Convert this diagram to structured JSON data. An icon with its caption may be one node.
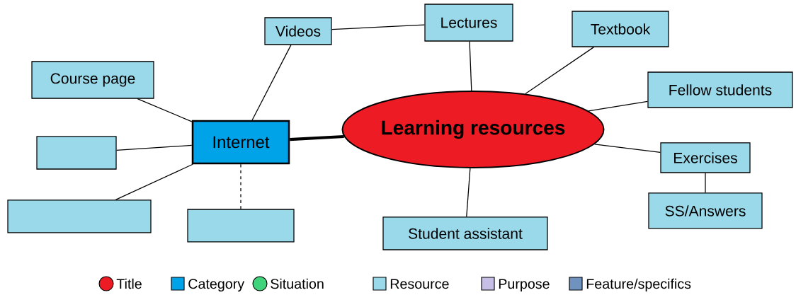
{
  "diagram": {
    "nodes": [
      {
        "text": [
          "Learning resources"
        ]
      },
      {
        "text": [
          "Internet"
        ]
      },
      {
        "text": [
          "Videos"
        ]
      },
      {
        "text": [
          "Lectures"
        ]
      },
      {
        "text": [
          "Textbook"
        ]
      },
      {
        "text": [
          "Course page"
        ]
      },
      {
        "text": [
          "Fellow students"
        ]
      },
      {
        "text": [],
        "shape": "box"
      },
      {
        "text": [
          "Exercises"
        ]
      },
      {
        "text": [],
        "shape": "box"
      },
      {
        "text": [],
        "shape": "box"
      },
      {
        "text": [
          "SS/Answers"
        ]
      },
      {
        "text": [
          "Student assistant"
        ]
      }
    ],
    "edges": [
      {
        "from": 1,
        "to": 0,
        "arrow": "none",
        "style": "thick"
      },
      {
        "from": 2,
        "to": 3,
        "arrow": "none"
      },
      {
        "from": 1,
        "to": 2,
        "arrow": "none"
      },
      {
        "from": 3,
        "to": 0,
        "arrow": "none"
      },
      {
        "from": 0,
        "to": 4,
        "arrow": "none"
      },
      {
        "from": 0,
        "to": 6,
        "arrow": "none"
      },
      {
        "from": 5,
        "to": 1,
        "arrow": "none"
      },
      {
        "from": 7,
        "to": 1,
        "arrow": "none"
      },
      {
        "from": 9,
        "to": 1,
        "arrow": "none"
      },
      {
        "from": 1,
        "to": 10,
        "arrow": "none",
        "style": "dashed"
      },
      {
        "from": 0,
        "to": 8,
        "arrow": "none"
      },
      {
        "from": 8,
        "to": 11,
        "arrow": "none"
      },
      {
        "from": 0,
        "to": 12,
        "arrow": "none"
      }
    ],
    "legend": [
      {
        "text": "Title",
        "color": "#ed1c24"
      },
      {
        "text": "Category",
        "color": "#00a2e8"
      },
      {
        "text": "Situation",
        "color": "#3fd47b"
      },
      {
        "text": "Resource",
        "color": "#99d9ea"
      },
      {
        "text": "Purpose",
        "color": "#c8bfe7"
      },
      {
        "text": "Feature/specifics",
        "color": "#7092be"
      }
    ]
  }
}
